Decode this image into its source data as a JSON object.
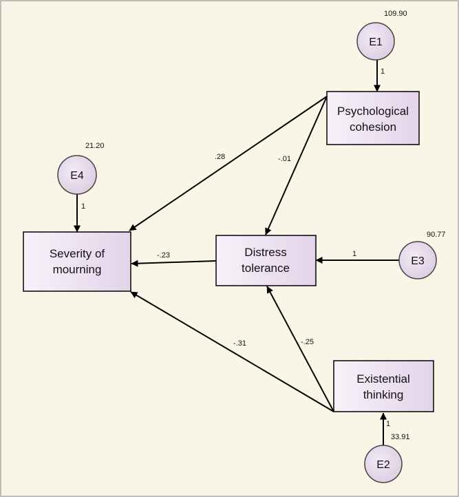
{
  "colors": {
    "background": "#f9f6e7",
    "border": "#a9a9a9",
    "node_fill": "#e8dcec",
    "stroke": "#000000",
    "text": "#111111"
  },
  "nodes": {
    "psych_cohesion": {
      "line1": "Psychological",
      "line2": "cohesion"
    },
    "severity": {
      "line1": "Severity of",
      "line2": "mourning"
    },
    "distress": {
      "line1": "Distress",
      "line2": "tolerance"
    },
    "existential": {
      "line1": "Existential",
      "line2": "thinking"
    }
  },
  "errors": {
    "e1": {
      "label": "E1",
      "variance": "109.90",
      "path": "1"
    },
    "e2": {
      "label": "E2",
      "variance": "33.91",
      "path": "1"
    },
    "e3": {
      "label": "E3",
      "variance": "90.77",
      "path": "1"
    },
    "e4": {
      "label": "E4",
      "variance": "21.20",
      "path": "1"
    }
  },
  "paths": {
    "pc_to_severity": ".28",
    "pc_to_distress": "-.01",
    "distress_to_severity": "-.23",
    "existential_to_severity": "-.31",
    "existential_to_distress": "-.25"
  }
}
